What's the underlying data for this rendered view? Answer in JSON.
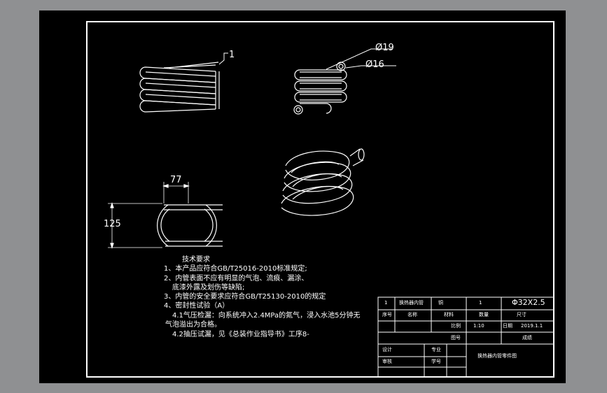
{
  "views": {
    "item_label": "1",
    "outer_diameter": "Ø19",
    "inner_diameter": "Ø16",
    "width_dim": "77",
    "height_dim": "125"
  },
  "notes": {
    "title": "技术要求",
    "lines": [
      "1、本产品应符合GB/T25016-2010标准规定;",
      "2、内管表面不应有明显的气泡、流痕、漏涂、",
      "底漆外露及划伤等缺陷;",
      "3、内管的安全要求应符合GB/T25130-2010的规定",
      "4、密封性试验（A）",
      "4.1气压检漏：向系统冲入2.4MPa的氮气，浸入水池5分钟无",
      "气泡溢出为合格。",
      "4.2抽压试漏，见《总装作业指导书》工序8-"
    ]
  },
  "title_block": {
    "r1_no": "1",
    "r1_name": "换热器内管",
    "r1_material": "铜",
    "r1_qty": "1",
    "r1_spec": "Φ32X2.5",
    "r2_c1": "序号",
    "r2_c2": "名称",
    "r2_c3": "材料",
    "r2_c4": "数量",
    "r2_c5": "尺寸",
    "r3_l1": "比例",
    "r3_v1": "1:10",
    "r3_l2": "日期",
    "r3_v2": "2019.1.1",
    "r4_l1": "图号",
    "r4_v2": "成绩",
    "r5_l1": "设计",
    "r5_l2": "专业",
    "r6_l1": "审核",
    "r6_l2": "学号",
    "drawing_name": "换热器内管零件图"
  }
}
